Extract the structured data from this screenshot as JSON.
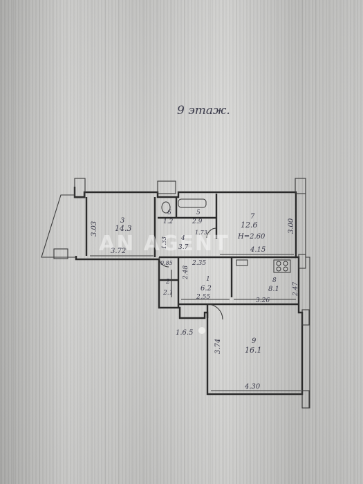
{
  "floor_label": "9 этаж.",
  "watermark": "AN AGENT",
  "rooms": [
    {
      "num": "3",
      "area": "14.3"
    },
    {
      "num": "6",
      "area": "1.2"
    },
    {
      "num": "5",
      "area": "2.9"
    },
    {
      "num": "4",
      "area": "3.7"
    },
    {
      "num": "7",
      "area": "12.6"
    },
    {
      "num": "2",
      "area": "2.1"
    },
    {
      "num": "1",
      "area": "6.2"
    },
    {
      "num": "8",
      "area": "8.1"
    },
    {
      "num": "9",
      "area": "16.1"
    }
  ],
  "ceiling_height": "H=2.60",
  "dims": {
    "room3_height": "3.03",
    "room3_width": "3.72",
    "room7_height": "3.00",
    "room7_width": "4.15",
    "bath_width": "1.73",
    "corridor_width": "2.35",
    "corridor_a": "0.85",
    "corridor_b": "1.33",
    "room2_height": "2.48",
    "room1_width": "2.55",
    "room8_width": "3.26",
    "room8_height": "2.47",
    "room9_height": "3.74",
    "room9_width": "4.30",
    "balcony": "1.6.5"
  }
}
